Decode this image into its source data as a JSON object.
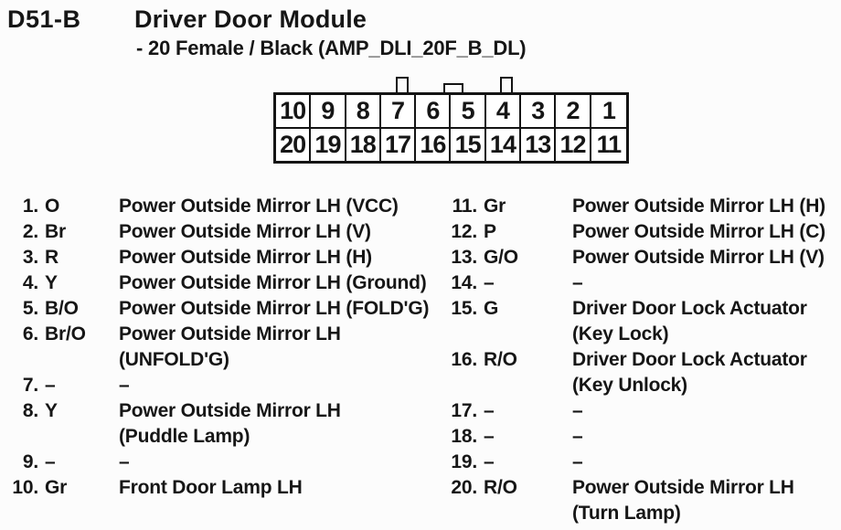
{
  "colors": {
    "background": "#fcfcfc",
    "text": "#161616",
    "connector_fill": "#ffffff",
    "line": "#141414"
  },
  "header": {
    "connector_id": "D51-B",
    "title": "Driver Door Module",
    "subtitle": "- 20 Female / Black (AMP_DLI_20F_B_DL)"
  },
  "connector": {
    "top_row": [
      "10",
      "9",
      "8",
      "7",
      "6",
      "5",
      "4",
      "3",
      "2",
      "1"
    ],
    "bottom_row": [
      "20",
      "19",
      "18",
      "17",
      "16",
      "15",
      "14",
      "13",
      "12",
      "11"
    ],
    "keying_tabs": [
      "above-pin-7",
      "between-pin-6-and-5",
      "above-pin-4"
    ]
  },
  "pins": {
    "left": [
      {
        "num": "1.",
        "code": "O",
        "desc": [
          "Power Outside Mirror LH (VCC)"
        ]
      },
      {
        "num": "2.",
        "code": "Br",
        "desc": [
          "Power Outside Mirror LH (V)"
        ]
      },
      {
        "num": "3.",
        "code": "R",
        "desc": [
          "Power Outside Mirror LH (H)"
        ]
      },
      {
        "num": "4.",
        "code": "Y",
        "desc": [
          "Power Outside Mirror LH (Ground)"
        ]
      },
      {
        "num": "5.",
        "code": "B/O",
        "desc": [
          "Power Outside Mirror LH (FOLD'G)"
        ]
      },
      {
        "num": "6.",
        "code": "Br/O",
        "desc": [
          "Power Outside Mirror LH",
          "(UNFOLD'G)"
        ]
      },
      {
        "num": "7.",
        "code": "–",
        "desc": [
          "–"
        ]
      },
      {
        "num": "8.",
        "code": "Y",
        "desc": [
          "Power Outside Mirror LH",
          "(Puddle Lamp)"
        ]
      },
      {
        "num": "9.",
        "code": "–",
        "desc": [
          "–"
        ]
      },
      {
        "num": "10.",
        "code": "Gr",
        "desc": [
          "Front Door Lamp LH"
        ]
      }
    ],
    "right": [
      {
        "num": "11.",
        "code": "Gr",
        "desc": [
          "Power Outside Mirror LH (H)"
        ]
      },
      {
        "num": "12.",
        "code": "P",
        "desc": [
          "Power Outside Mirror LH (C)"
        ]
      },
      {
        "num": "13.",
        "code": "G/O",
        "desc": [
          "Power Outside Mirror LH (V)"
        ]
      },
      {
        "num": "14.",
        "code": "–",
        "desc": [
          "–"
        ]
      },
      {
        "num": "15.",
        "code": "G",
        "desc": [
          "Driver Door Lock Actuator",
          "(Key Lock)"
        ]
      },
      {
        "num": "16.",
        "code": "R/O",
        "desc": [
          "Driver Door Lock Actuator",
          "(Key Unlock)"
        ]
      },
      {
        "num": "17.",
        "code": "–",
        "desc": [
          "–"
        ]
      },
      {
        "num": "18.",
        "code": "–",
        "desc": [
          "–"
        ]
      },
      {
        "num": "19.",
        "code": "–",
        "desc": [
          "–"
        ]
      },
      {
        "num": "20.",
        "code": "R/O",
        "desc": [
          "Power Outside Mirror LH",
          "(Turn Lamp)"
        ]
      }
    ]
  }
}
